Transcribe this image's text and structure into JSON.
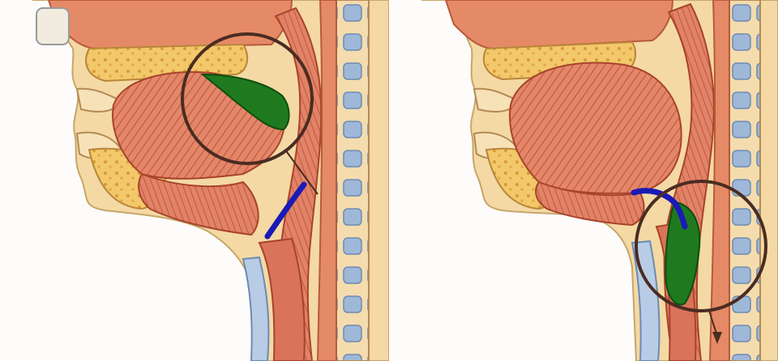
{
  "figure": {
    "panels": [
      {
        "id": "oral-phase",
        "bolus_location": "oral-cavity",
        "epiglottis": "upright"
      },
      {
        "id": "pharyngeal-phase",
        "bolus_location": "pharynx",
        "epiglottis": "folded-over-airway"
      }
    ],
    "colors": {
      "bolus": "#1f7a1f",
      "epiglottis": "#1a1ab5",
      "focus_circle": "#4a2c22",
      "muscle": "#d9745a",
      "tissue": "#f3d9a6",
      "bone": "#f0c05a",
      "background": "#fdfcfa"
    }
  }
}
